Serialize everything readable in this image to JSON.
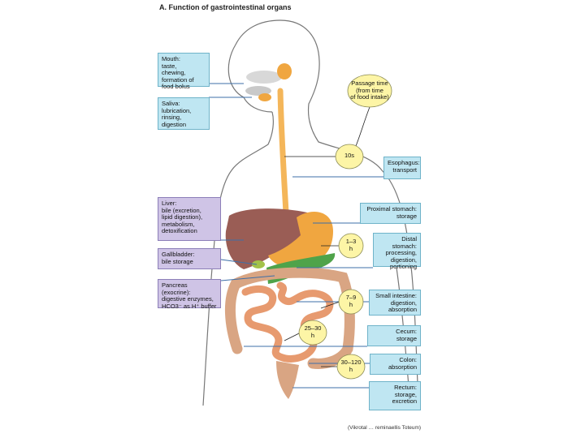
{
  "title": "A. Function of gastrointestinal organs",
  "credit": "(Vikrotal … reminaellis Toteum)",
  "colors": {
    "blue_box": "#bfe6f2",
    "purple_box": "#cfc4e6",
    "bubble": "#fdf5a6",
    "liver": "#9a5d55",
    "stomach": "#f0a640",
    "pancreas": "#4fa34a",
    "intestine": "#e79a6f",
    "colon": "#d9a583",
    "esophagus": "#f4b65a"
  },
  "labels": {
    "mouth": "Mouth:\ntaste,\nchewing,\nformation of\nfood bolus",
    "saliva": "Saliva:\nlubrication,\nrinsing,\ndigestion",
    "liver": "Liver:\nbile (excretion,\nlipid digestion),\nmetabolism,\ndetoxification",
    "gallbladder": "Gallbladder:\nbile storage",
    "pancreas": "Pancreas (exocrine):\ndigestive enzymes,\nHCO3⁻ as H⁺ buffer",
    "esophagus": "Esophagus:\ntransport",
    "proximal_stomach": "Proximal stomach:\nstorage",
    "distal_stomach": "Distal stomach:\nprocessing,\ndigestion,\nportioning",
    "small_intestine": "Small intestine:\ndigestion,\nabsorption",
    "cecum": "Cecum:\nstorage",
    "colon": "Colon:\nabsorption",
    "rectum": "Rectum:\nstorage,\nexcretion"
  },
  "bubbles": {
    "passage_time": "Passage time\n(from time\nof food intake)",
    "esophagus_time": "10s",
    "stomach_time": "1–3\nh",
    "small_intestine_time": "7–9\nh",
    "cecum_time": "25–30\nh",
    "colon_time": "30–120\nh"
  }
}
